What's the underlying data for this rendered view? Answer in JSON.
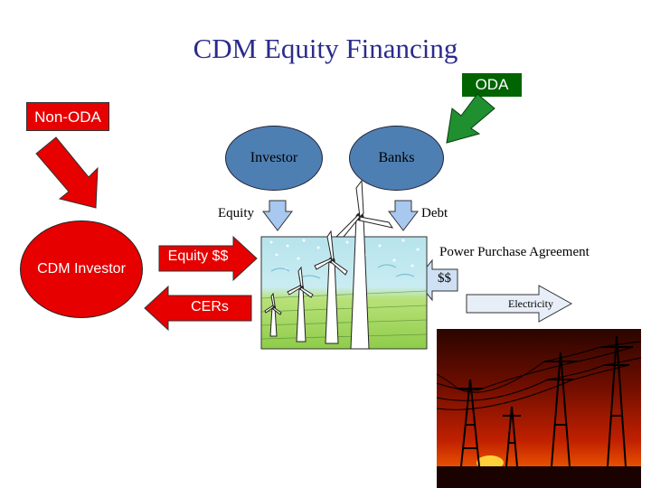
{
  "title": "CDM Equity Financing",
  "oda_label": "ODA",
  "non_oda_label": "Non-ODA",
  "investor_label": "Investor",
  "banks_label": "Banks",
  "equity_label": "Equity",
  "debt_label": "Debt",
  "cdm_investor_label": "CDM Investor",
  "equity_dollars_label": "Equity $$",
  "cers_label": "CERs",
  "ppa_label": "Power Purchase Agreement",
  "dollars_label": "$$",
  "electricity_label": "Electricity",
  "colors": {
    "title": "#2b2b8c",
    "red": "#e60000",
    "oda_green": "#006400",
    "ellipse_blue": "#4d7fb3",
    "arrow_blue": "#a8c8f0"
  }
}
